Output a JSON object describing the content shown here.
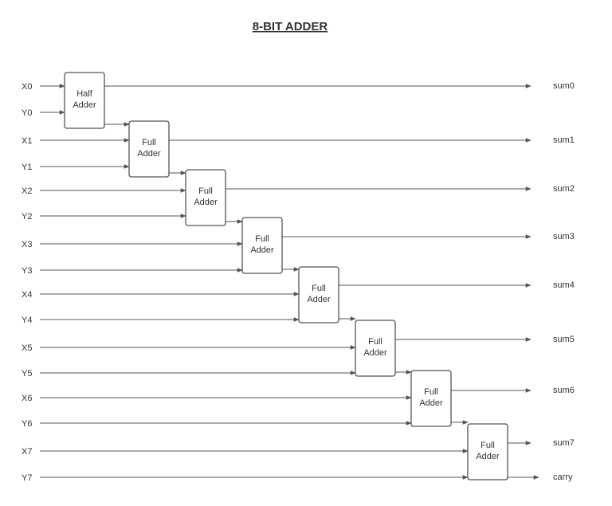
{
  "title": "8-BIT ADDER",
  "inputs": [
    "X0",
    "Y0",
    "X1",
    "Y1",
    "X2",
    "Y2",
    "X3",
    "Y3",
    "X4",
    "Y4",
    "X5",
    "Y5",
    "X6",
    "Y6",
    "X7",
    "Y7"
  ],
  "outputs": [
    "sum0",
    "sum1",
    "sum2",
    "sum3",
    "sum4",
    "sum5",
    "sum6",
    "sum7",
    "carry"
  ],
  "blocks": [
    {
      "line1": "Half",
      "line2": "Adder"
    },
    {
      "line1": "Full",
      "line2": "Adder"
    },
    {
      "line1": "Full",
      "line2": "Adder"
    },
    {
      "line1": "Full",
      "line2": "Adder"
    },
    {
      "line1": "Full",
      "line2": "Adder"
    },
    {
      "line1": "Full",
      "line2": "Adder"
    },
    {
      "line1": "Full",
      "line2": "Adder"
    },
    {
      "line1": "Full",
      "line2": "Adder"
    }
  ],
  "colors": {
    "line": "#555555",
    "text": "#333333",
    "background": "#ffffff"
  }
}
